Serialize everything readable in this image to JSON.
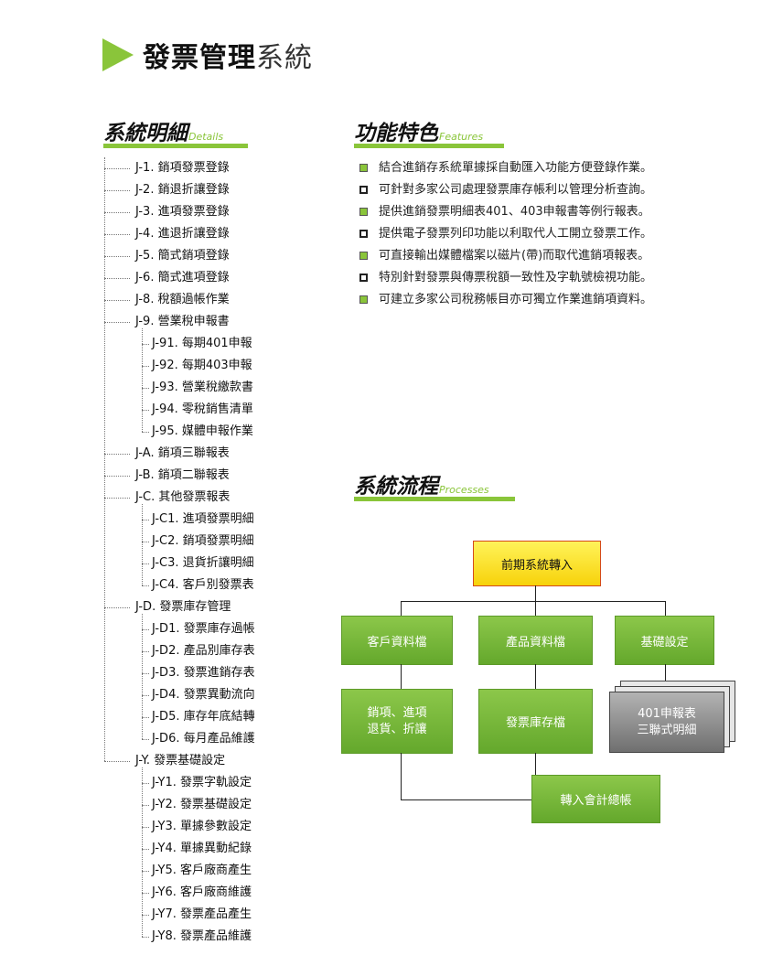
{
  "header": {
    "title_bold": "發票管理",
    "title_light": "系統"
  },
  "sections": {
    "details": {
      "zh": "系統明細",
      "en": "Details"
    },
    "features": {
      "zh": "功能特色",
      "en": "Features"
    },
    "processes": {
      "zh": "系統流程",
      "en": "Processes"
    }
  },
  "tree": [
    {
      "label": "J-1. 銷項發票登錄",
      "level": 0
    },
    {
      "label": "J-2. 銷退折讓登錄",
      "level": 0
    },
    {
      "label": "J-3. 進項發票登錄",
      "level": 0
    },
    {
      "label": "J-4. 進退折讓登錄",
      "level": 0
    },
    {
      "label": "J-5. 簡式銷項登錄",
      "level": 0
    },
    {
      "label": "J-6. 簡式進項登錄",
      "level": 0
    },
    {
      "label": "J-8. 稅額過帳作業",
      "level": 0
    },
    {
      "label": "J-9. 營業稅申報書",
      "level": 0
    },
    {
      "label": "J-91. 每期401申報",
      "level": 1
    },
    {
      "label": "J-92. 每期403申報",
      "level": 1
    },
    {
      "label": "J-93. 營業稅繳款書",
      "level": 1
    },
    {
      "label": "J-94. 零稅銷售清單",
      "level": 1
    },
    {
      "label": "J-95. 媒體申報作業",
      "level": 1
    },
    {
      "label": "J-A. 銷項三聯報表",
      "level": 0
    },
    {
      "label": "J-B. 銷項二聯報表",
      "level": 0
    },
    {
      "label": "J-C. 其他發票報表",
      "level": 0
    },
    {
      "label": "J-C1. 進項發票明細",
      "level": 1
    },
    {
      "label": "J-C2. 銷項發票明細",
      "level": 1
    },
    {
      "label": "J-C3. 退貨折讓明細",
      "level": 1
    },
    {
      "label": "J-C4. 客戶別發票表",
      "level": 1
    },
    {
      "label": "J-D. 發票庫存管理",
      "level": 0
    },
    {
      "label": "J-D1. 發票庫存過帳",
      "level": 1
    },
    {
      "label": "J-D2. 產品別庫存表",
      "level": 1
    },
    {
      "label": "J-D3. 發票進銷存表",
      "level": 1
    },
    {
      "label": "J-D4. 發票異動流向",
      "level": 1
    },
    {
      "label": "J-D5. 庫存年底結轉",
      "level": 1
    },
    {
      "label": "J-D6. 每月產品維護",
      "level": 1
    },
    {
      "label": "J-Y. 發票基礎設定",
      "level": 0
    },
    {
      "label": "J-Y1. 發票字軌設定",
      "level": 1
    },
    {
      "label": "J-Y2. 發票基礎設定",
      "level": 1
    },
    {
      "label": "J-Y3. 單據參數設定",
      "level": 1
    },
    {
      "label": "J-Y4. 單據異動紀錄",
      "level": 1
    },
    {
      "label": "J-Y5. 客戶廠商產生",
      "level": 1
    },
    {
      "label": "J-Y6. 客戶廠商維護",
      "level": 1
    },
    {
      "label": "J-Y7. 發票產品產生",
      "level": 1
    },
    {
      "label": "J-Y8. 發票產品維護",
      "level": 1
    }
  ],
  "features": [
    {
      "text": "結合進銷存系統單據採自動匯入功能方便登錄作業。",
      "bullet": "green"
    },
    {
      "text": "可針對多家公司處理發票庫存帳利以管理分析查詢。",
      "bullet": "dark"
    },
    {
      "text": "提供進銷發票明細表401、403申報書等例行報表。",
      "bullet": "green"
    },
    {
      "text": "提供電子發票列印功能以利取代人工開立發票工作。",
      "bullet": "dark"
    },
    {
      "text": "可直接輸出媒體檔案以磁片(帶)而取代進銷項報表。",
      "bullet": "green"
    },
    {
      "text": "特別針對發票與傳票稅額一致性及字軌號檢視功能。",
      "bullet": "dark"
    },
    {
      "text": "可建立多家公司稅務帳目亦可獨立作業進銷項資料。",
      "bullet": "green"
    }
  ],
  "flow": {
    "top": "前期系統轉入",
    "customer": "客戶資料檔",
    "product": "產品資料檔",
    "base": "基礎設定",
    "sales_line1": "銷項、進項",
    "sales_line2": "退貨、折讓",
    "inventory": "發票庫存檔",
    "report_line1": "401申報表",
    "report_line2": "三聯式明細",
    "ledger": "轉入會計總帳"
  },
  "colors": {
    "accent": "#8ac53a",
    "top_box": "#f7d20a",
    "gray_box": "#8a8a8a"
  }
}
